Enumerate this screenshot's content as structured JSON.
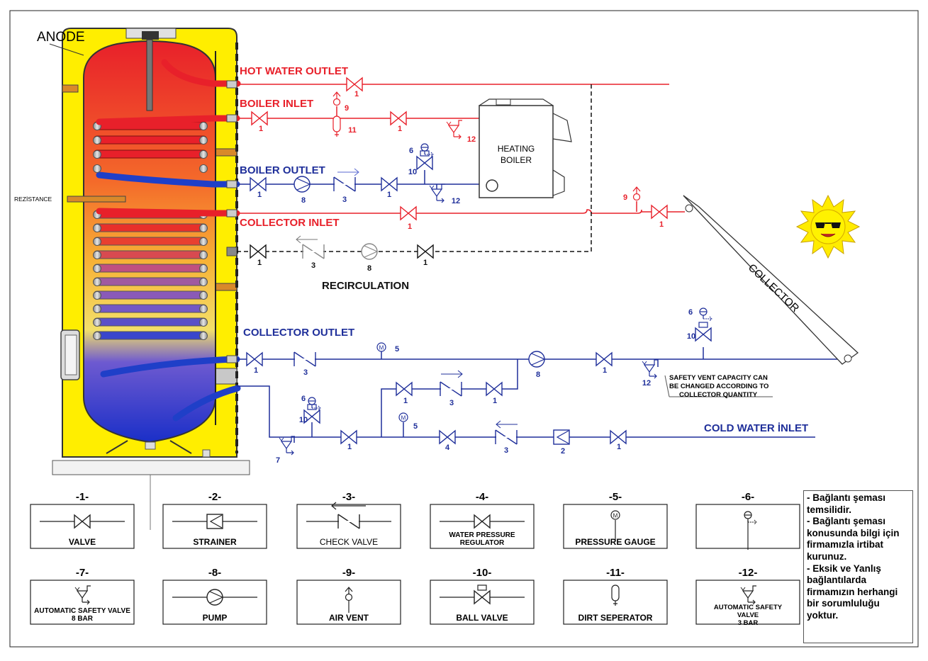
{
  "tank": {
    "anode_label": "ANODE",
    "resistance_label": "REZİSTANCE"
  },
  "lines": {
    "hot_water_outlet": "HOT WATER OUTLET",
    "boiler_inlet": "BOILER INLET",
    "boiler_outlet": "BOILER OUTLET",
    "collector_inlet": "COLLECTOR INLET",
    "recirculation": "RECIRCULATION",
    "collector_outlet": "COLLECTOR OUTLET",
    "cold_water_inlet": "COLD WATER İNLET"
  },
  "heating_boiler": {
    "line1": "HEATING",
    "line2": "BOILER"
  },
  "collector_label": "COLLECTOR",
  "safety_note": [
    "SAFETY VENT CAPACITY CAN",
    "BE CHANGED ACCORDING TO",
    "COLLECTOR QUANTITY"
  ],
  "component_numbers": {
    "n1": "1",
    "n2": "2",
    "n3": "3",
    "n4": "4",
    "n5": "5",
    "n6": "6",
    "n7": "7",
    "n8": "8",
    "n9": "9",
    "n10": "10",
    "n11": "11",
    "n12": "12"
  },
  "gauge_symbol": "M",
  "legend": [
    {
      "number": "-1-",
      "label": "VALVE"
    },
    {
      "number": "-2-",
      "label": "STRAINER"
    },
    {
      "number": "-3-",
      "label": "CHECK VALVE"
    },
    {
      "number": "-4-",
      "label": "WATER PRESSURE REGULATOR",
      "label_lines": [
        "WATER PRESSURE",
        "REGULATOR"
      ]
    },
    {
      "number": "-5-",
      "label": "PRESSURE GAUGE"
    },
    {
      "number": "-6-",
      "label": ""
    },
    {
      "number": "-7-",
      "label": "AUTOMATIC SAFETY VALVE 8 BAR",
      "label_lines": [
        "AUTOMATIC SAFETY VALVE",
        "8 BAR"
      ]
    },
    {
      "number": "-8-",
      "label": "PUMP"
    },
    {
      "number": "-9-",
      "label": "AIR VENT"
    },
    {
      "number": "-10-",
      "label": "BALL VALVE"
    },
    {
      "number": "-11-",
      "label": "DIRT SEPERATOR"
    },
    {
      "number": "-12-",
      "label": "AUTOMATIC SAFETY VALVE 3 BAR",
      "label_lines": [
        "AUTOMATIC SAFETY",
        "VALVE",
        "3 BAR"
      ]
    }
  ],
  "disclaimer": [
    "- Bağlantı şeması temsilidir.",
    "- Bağlantı şeması konusunda bilgi için firmamızla irtibat kurunuz.",
    "- Eksik ve Yanlış bağlantılarda firmamızın herhangi bir sorumluluğu yoktur."
  ],
  "colors": {
    "hot": "#e8202a",
    "cold": "#1f2f9a",
    "recirc": "#111111",
    "tank_jacket": "#ffee00",
    "outline": "#333333"
  }
}
